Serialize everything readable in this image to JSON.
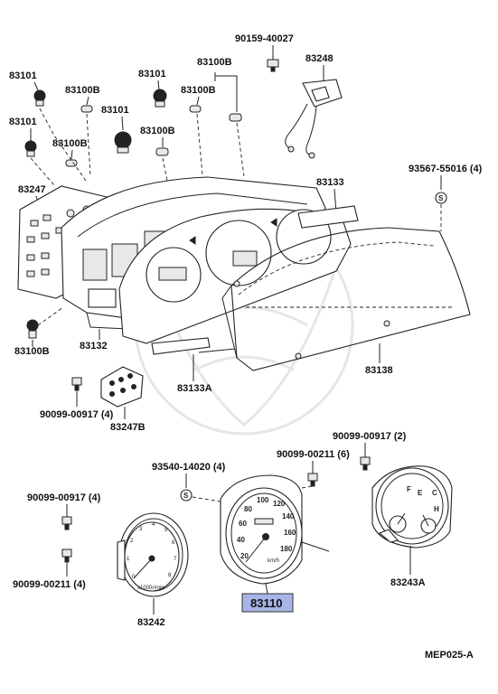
{
  "diagram": {
    "part_labels": {
      "p90159_40027": "90159-40027",
      "p83248": "83248",
      "p83101_a": "83101",
      "p83101_b": "83101",
      "p83101_c": "83101",
      "p83101_d": "83101",
      "p83100b_a": "83100B",
      "p83100b_b": "83100B",
      "p83100b_c": "83100B",
      "p83100b_d": "83100B",
      "p83100b_e": "83100B",
      "p83100b_f": "83100B",
      "p83247": "83247",
      "p83133": "83133",
      "p93567_55016": "93567-55016 (4)",
      "p83132": "83132",
      "p83138": "83138",
      "p83133a": "83133A",
      "p90099_00917_a": "90099-00917 (4)",
      "p83247b": "83247B",
      "p90099_00917_b": "90099-00917 (2)",
      "p93540_14020": "93540-14020 (4)",
      "p90099_00211_a": "90099-00211 (6)",
      "p90099_00917_c": "90099-00917 (4)",
      "p90099_00211_b": "90099-00211 (4)",
      "p83242": "83242",
      "p83110": "83110",
      "p83243a": "83243A"
    },
    "screw_symbol_a": "S",
    "screw_symbol_b": "S",
    "speedo_ticks": [
      "20",
      "40",
      "60",
      "80",
      "100",
      "120",
      "140",
      "160",
      "180"
    ],
    "speedo_unit": "km/h",
    "tacho_ticks": [
      "0",
      "1",
      "2",
      "3",
      "4",
      "5",
      "6",
      "7",
      "8"
    ],
    "tacho_unit": "x1000r/min",
    "gauge_marks": {
      "f": "F",
      "e": "E",
      "c": "C",
      "h": "H"
    },
    "footer_code": "MEP025-A",
    "highlight_color": "#a8b4e6"
  }
}
